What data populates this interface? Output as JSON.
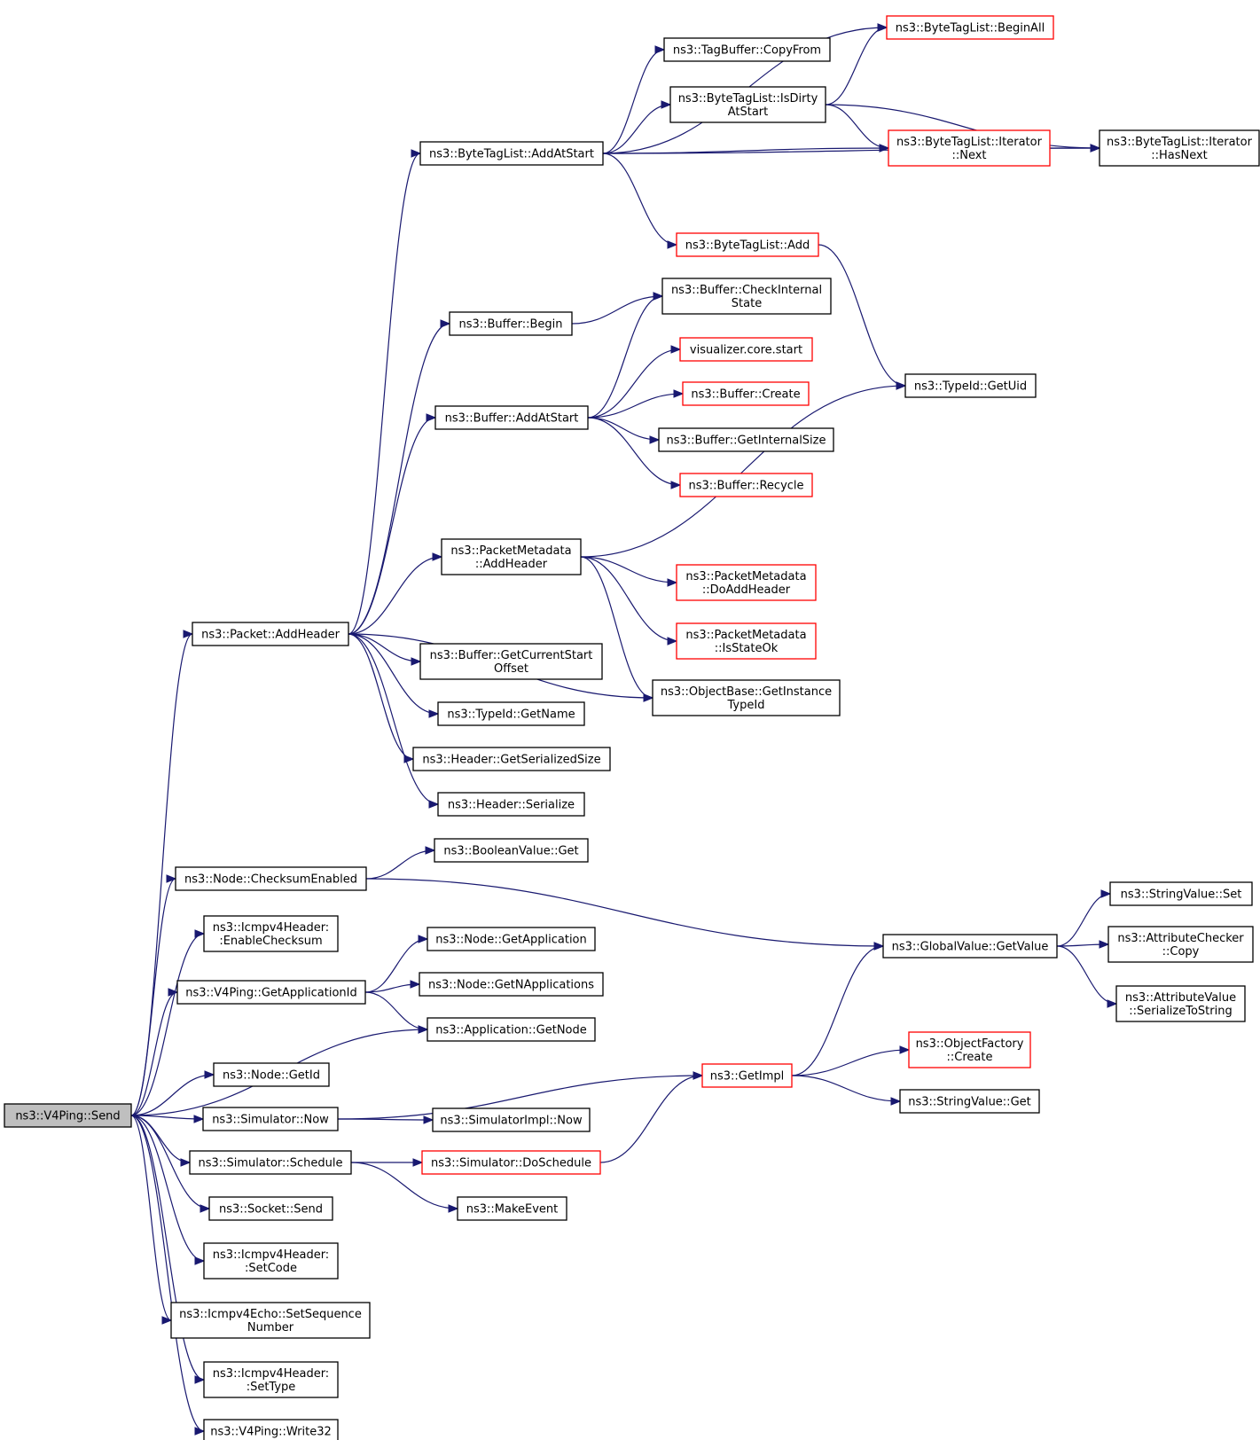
{
  "graph": {
    "root": "n0",
    "nodes": [
      {
        "id": "n0",
        "lines": [
          "ns3::V4Ping::Send"
        ],
        "border": "gray"
      },
      {
        "id": "n1",
        "lines": [
          "ns3::Packet::AddHeader"
        ],
        "border": "black"
      },
      {
        "id": "n2",
        "lines": [
          "ns3::ByteTagList::AddAtStart"
        ],
        "border": "black"
      },
      {
        "id": "n3",
        "lines": [
          "ns3::ByteTagList::BeginAll"
        ],
        "border": "red"
      },
      {
        "id": "n4",
        "lines": [
          "ns3::TagBuffer::CopyFrom"
        ],
        "border": "black"
      },
      {
        "id": "n5",
        "lines": [
          "ns3::ByteTagList::IsDirty",
          "AtStart"
        ],
        "border": "black"
      },
      {
        "id": "n6",
        "lines": [
          "ns3::ByteTagList::Iterator",
          "::Next"
        ],
        "border": "red"
      },
      {
        "id": "n7",
        "lines": [
          "ns3::ByteTagList::Iterator",
          "::HasNext"
        ],
        "border": "black"
      },
      {
        "id": "n8",
        "lines": [
          "ns3::ByteTagList::Add"
        ],
        "border": "red"
      },
      {
        "id": "n9",
        "lines": [
          "ns3::TypeId::GetUid"
        ],
        "border": "black"
      },
      {
        "id": "n10",
        "lines": [
          "ns3::Buffer::Begin"
        ],
        "border": "black"
      },
      {
        "id": "n11",
        "lines": [
          "ns3::Buffer::CheckInternal",
          "State"
        ],
        "border": "black"
      },
      {
        "id": "n12",
        "lines": [
          "ns3::Buffer::AddAtStart"
        ],
        "border": "black"
      },
      {
        "id": "n13",
        "lines": [
          "visualizer.core.start"
        ],
        "border": "red"
      },
      {
        "id": "n14",
        "lines": [
          "ns3::Buffer::Create"
        ],
        "border": "red"
      },
      {
        "id": "n15",
        "lines": [
          "ns3::Buffer::GetInternalSize"
        ],
        "border": "black"
      },
      {
        "id": "n16",
        "lines": [
          "ns3::Buffer::Recycle"
        ],
        "border": "red"
      },
      {
        "id": "n17",
        "lines": [
          "ns3::PacketMetadata",
          "::AddHeader"
        ],
        "border": "black"
      },
      {
        "id": "n18",
        "lines": [
          "ns3::PacketMetadata",
          "::DoAddHeader"
        ],
        "border": "red"
      },
      {
        "id": "n19",
        "lines": [
          "ns3::PacketMetadata",
          "::IsStateOk"
        ],
        "border": "red"
      },
      {
        "id": "n20",
        "lines": [
          "ns3::ObjectBase::GetInstance",
          "TypeId"
        ],
        "border": "black"
      },
      {
        "id": "n21",
        "lines": [
          "ns3::Buffer::GetCurrentStart",
          "Offset"
        ],
        "border": "black"
      },
      {
        "id": "n22",
        "lines": [
          "ns3::TypeId::GetName"
        ],
        "border": "black"
      },
      {
        "id": "n23",
        "lines": [
          "ns3::Header::GetSerializedSize"
        ],
        "border": "black"
      },
      {
        "id": "n24",
        "lines": [
          "ns3::Header::Serialize"
        ],
        "border": "black"
      },
      {
        "id": "n25",
        "lines": [
          "ns3::BooleanValue::Get"
        ],
        "border": "black"
      },
      {
        "id": "n26",
        "lines": [
          "ns3::Node::ChecksumEnabled"
        ],
        "border": "black"
      },
      {
        "id": "n27",
        "lines": [
          "ns3::GlobalValue::GetValue"
        ],
        "border": "black"
      },
      {
        "id": "n28",
        "lines": [
          "ns3::StringValue::Set"
        ],
        "border": "black"
      },
      {
        "id": "n29",
        "lines": [
          "ns3::AttributeChecker",
          "::Copy"
        ],
        "border": "black"
      },
      {
        "id": "n30",
        "lines": [
          "ns3::AttributeValue",
          "::SerializeToString"
        ],
        "border": "black"
      },
      {
        "id": "n31",
        "lines": [
          "ns3::Icmpv4Header:",
          ":EnableChecksum"
        ],
        "border": "black"
      },
      {
        "id": "n32",
        "lines": [
          "ns3::V4Ping::GetApplicationId"
        ],
        "border": "black"
      },
      {
        "id": "n33",
        "lines": [
          "ns3::Node::GetApplication"
        ],
        "border": "black"
      },
      {
        "id": "n34",
        "lines": [
          "ns3::Node::GetNApplications"
        ],
        "border": "black"
      },
      {
        "id": "n35",
        "lines": [
          "ns3::Application::GetNode"
        ],
        "border": "black"
      },
      {
        "id": "n36",
        "lines": [
          "ns3::Node::GetId"
        ],
        "border": "black"
      },
      {
        "id": "n37",
        "lines": [
          "ns3::GetImpl"
        ],
        "border": "red"
      },
      {
        "id": "n38",
        "lines": [
          "ns3::ObjectFactory",
          "::Create"
        ],
        "border": "red"
      },
      {
        "id": "n39",
        "lines": [
          "ns3::StringValue::Get"
        ],
        "border": "black"
      },
      {
        "id": "n40",
        "lines": [
          "ns3::Simulator::Now"
        ],
        "border": "black"
      },
      {
        "id": "n41",
        "lines": [
          "ns3::SimulatorImpl::Now"
        ],
        "border": "black"
      },
      {
        "id": "n42",
        "lines": [
          "ns3::Simulator::Schedule"
        ],
        "border": "black"
      },
      {
        "id": "n43",
        "lines": [
          "ns3::Simulator::DoSchedule"
        ],
        "border": "red"
      },
      {
        "id": "n44",
        "lines": [
          "ns3::MakeEvent"
        ],
        "border": "black"
      },
      {
        "id": "n45",
        "lines": [
          "ns3::Socket::Send"
        ],
        "border": "black"
      },
      {
        "id": "n46",
        "lines": [
          "ns3::Icmpv4Header:",
          ":SetCode"
        ],
        "border": "black"
      },
      {
        "id": "n47",
        "lines": [
          "ns3::Icmpv4Echo::SetSequence",
          "Number"
        ],
        "border": "black"
      },
      {
        "id": "n48",
        "lines": [
          "ns3::Icmpv4Header:",
          ":SetType"
        ],
        "border": "black"
      },
      {
        "id": "n49",
        "lines": [
          "ns3::V4Ping::Write32"
        ],
        "border": "black"
      }
    ],
    "edges": [
      [
        "n0",
        "n1"
      ],
      [
        "n0",
        "n26"
      ],
      [
        "n0",
        "n31"
      ],
      [
        "n0",
        "n32"
      ],
      [
        "n0",
        "n35"
      ],
      [
        "n0",
        "n36"
      ],
      [
        "n0",
        "n40"
      ],
      [
        "n0",
        "n42"
      ],
      [
        "n0",
        "n45"
      ],
      [
        "n0",
        "n46"
      ],
      [
        "n0",
        "n47"
      ],
      [
        "n0",
        "n48"
      ],
      [
        "n0",
        "n49"
      ],
      [
        "n1",
        "n2"
      ],
      [
        "n1",
        "n10"
      ],
      [
        "n1",
        "n12"
      ],
      [
        "n1",
        "n17"
      ],
      [
        "n1",
        "n20"
      ],
      [
        "n1",
        "n21"
      ],
      [
        "n1",
        "n22"
      ],
      [
        "n1",
        "n23"
      ],
      [
        "n1",
        "n24"
      ],
      [
        "n2",
        "n3"
      ],
      [
        "n2",
        "n4"
      ],
      [
        "n2",
        "n5"
      ],
      [
        "n2",
        "n6"
      ],
      [
        "n2",
        "n7"
      ],
      [
        "n2",
        "n8"
      ],
      [
        "n5",
        "n3"
      ],
      [
        "n5",
        "n6"
      ],
      [
        "n5",
        "n7"
      ],
      [
        "n6",
        "n7"
      ],
      [
        "n8",
        "n9"
      ],
      [
        "n10",
        "n11"
      ],
      [
        "n12",
        "n11"
      ],
      [
        "n12",
        "n13"
      ],
      [
        "n12",
        "n14"
      ],
      [
        "n12",
        "n15"
      ],
      [
        "n12",
        "n16"
      ],
      [
        "n17",
        "n9"
      ],
      [
        "n17",
        "n18"
      ],
      [
        "n17",
        "n19"
      ],
      [
        "n17",
        "n20"
      ],
      [
        "n26",
        "n25"
      ],
      [
        "n26",
        "n27"
      ],
      [
        "n27",
        "n28"
      ],
      [
        "n27",
        "n29"
      ],
      [
        "n27",
        "n30"
      ],
      [
        "n32",
        "n33"
      ],
      [
        "n32",
        "n34"
      ],
      [
        "n32",
        "n35"
      ],
      [
        "n37",
        "n27"
      ],
      [
        "n37",
        "n38"
      ],
      [
        "n37",
        "n39"
      ],
      [
        "n40",
        "n37"
      ],
      [
        "n40",
        "n41"
      ],
      [
        "n42",
        "n43"
      ],
      [
        "n42",
        "n44"
      ],
      [
        "n43",
        "n37"
      ]
    ]
  }
}
